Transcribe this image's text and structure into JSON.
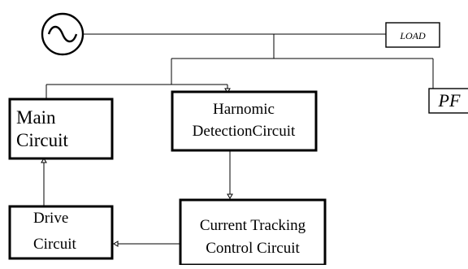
{
  "source": {
    "icon": "ac-source-icon"
  },
  "load": {
    "label": "LOAD"
  },
  "pf": {
    "label": "PF"
  },
  "main_circuit": {
    "line1": "Main",
    "line2": "Circuit"
  },
  "harmonic_detection": {
    "line1": "Harnomic",
    "line2": "DetectionCircuit"
  },
  "drive_circuit": {
    "line1": "Drive",
    "line2": "Circuit"
  },
  "current_tracking": {
    "line1": "Current Tracking",
    "line2": "Control Circuit"
  }
}
